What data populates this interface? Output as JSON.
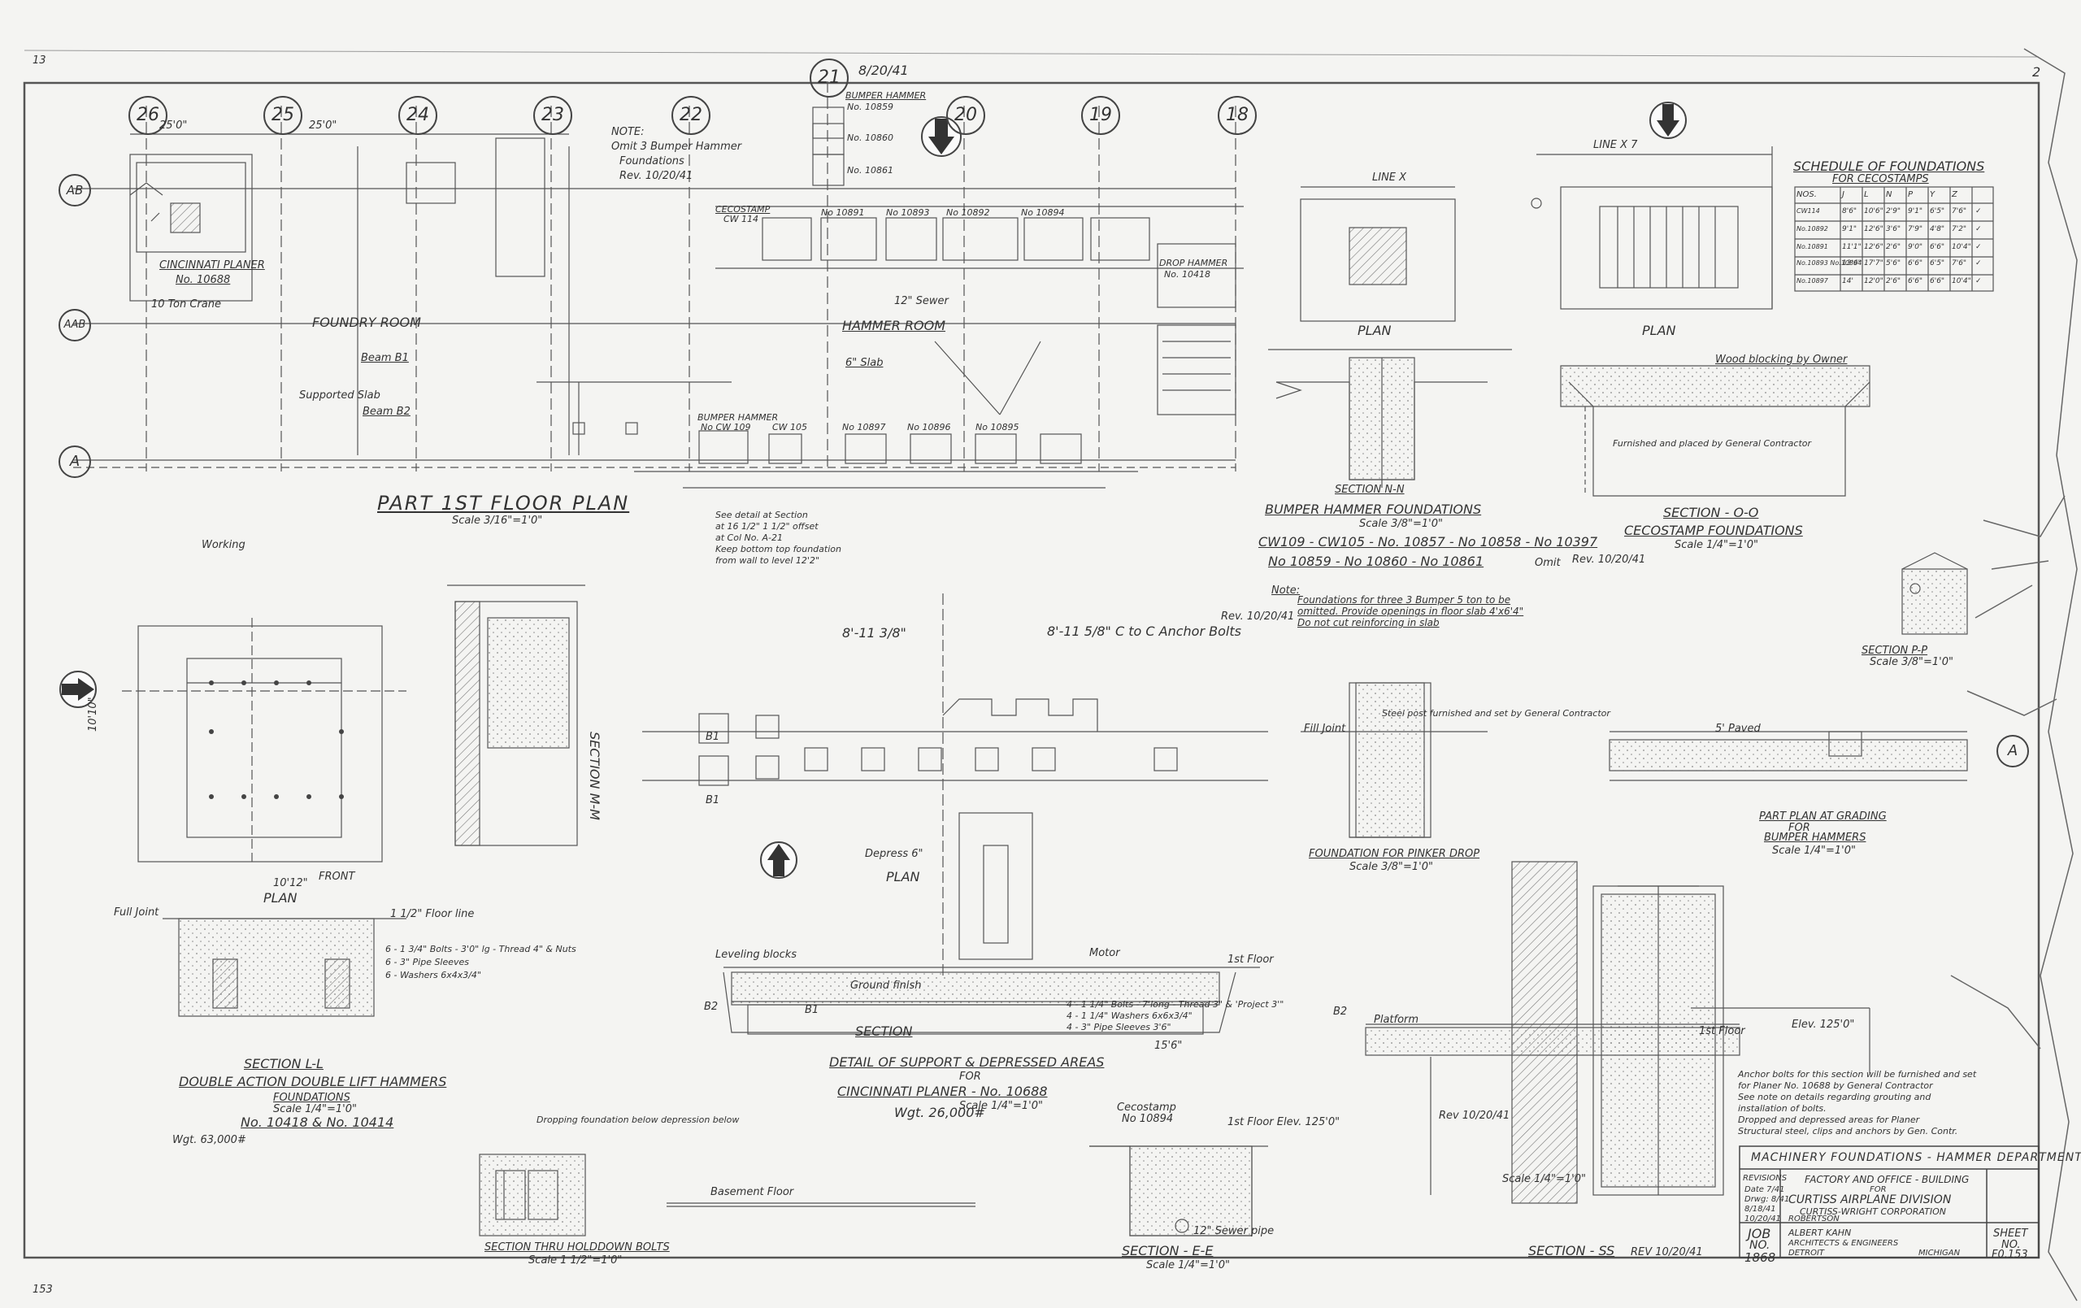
{
  "sheet": {
    "top_corner_mark": "13",
    "bottom_corner_mark": "153",
    "side_mark": "2"
  },
  "column_bubbles": [
    "26",
    "25",
    "24",
    "23",
    "22",
    "21",
    "20",
    "19",
    "18"
  ],
  "row_bubbles": {
    "ab": "AB",
    "aab": "AAB",
    "a": "A",
    "a_right": "A"
  },
  "date_21": "8/20/41",
  "part_floor_plan": {
    "title": "PART 1ST FLOOR PLAN",
    "scale": "Scale 3/16\"=1'0\"",
    "cincinnati_planer": "CINCINNATI PLANER",
    "cincinnati_no": "No. 10688",
    "foundry_room": "FOUNDRY ROOM",
    "beam_b1": "Beam B1",
    "beam_b2": "Beam B2",
    "supported_slab": "Supported Slab",
    "dim_25": "25'0\"",
    "dim_25b": "25'0\"",
    "ten_ton_crane": "10 Ton Crane"
  },
  "hammer_room": {
    "note_label": "NOTE:",
    "note_text_1": "Omit 3 Bumper Hammer",
    "note_text_2": "Foundations",
    "note_rev": "Rev. 10/20/41",
    "hammer_room": "HAMMER ROOM",
    "sewer": "12\" Sewer",
    "slab": "6\" Slab",
    "bumper_hammer_top": "BUMPER HAMMER",
    "bumper_no_top": "No. 10859",
    "bumper_no_mid": "No. 10860",
    "bumper_no_low": "No. 10861",
    "cecostamp": "CECOSTAMP",
    "cecostamp_no": "CW 114",
    "no_10891": "No 10891",
    "no_10893": "No 10893",
    "no_10892": "No 10892",
    "no_10894": "No 10894",
    "drop_hammer": "DROP HAMMER",
    "drop_hammer_no": "No. 10418",
    "bumper_low_1": "BUMPER HAMMER",
    "bumper_low_1_no": "No CW 109",
    "cw105": "CW 105",
    "no_10897": "No 10897",
    "no_10896": "No 10896",
    "bumper_low_2_no": "No 10895",
    "see_detail_1": "See detail at Section",
    "see_detail_2": "at 16 1/2\" 1 1/2\" offset",
    "see_detail_3": "at Col No. A-21",
    "see_detail_4": "Keep bottom top foundation",
    "see_detail_5": "from wall to level 12'2\""
  },
  "bumper_plan": {
    "line_x": "LINE X",
    "plan": "PLAN",
    "section": "SECTION N-N",
    "foundations_title": "BUMPER HAMMER FOUNDATIONS",
    "scale": "Scale 3/8\"=1'0\"",
    "list_1": "CW109 - CW105 - No. 10857 - No 10858 - No 10397",
    "list_2": "No 10859 - No 10860 - No 10861",
    "omit": "Omit",
    "rev": "Rev. 10/20/41",
    "note_label": "Note:",
    "note_1": "Foundations for three 3 Bumper 5 ton to be",
    "note_2": "omitted. Provide openings in floor slab 4'x6'4\"",
    "note_3": "Do not cut reinforcing in slab",
    "rev2": "Rev. 10/20/41"
  },
  "cecostamp_found": {
    "line_x7": "LINE X 7",
    "plan": "PLAN",
    "section": "SECTION - O-O",
    "title": "CECOSTAMP FOUNDATIONS",
    "scale": "Scale 1/4\"=1'0\"",
    "wood_blocking": "Wood blocking by Owner",
    "note_furnished": "Furnished and placed by General Contractor"
  },
  "schedule": {
    "title": "SCHEDULE OF FOUNDATIONS",
    "subtitle": "FOR CECOSTAMPS",
    "headers": [
      "NOS.",
      "J",
      "L",
      "N",
      "P",
      "Y",
      "Z",
      ""
    ],
    "rows": [
      [
        "CW114",
        "8'6\"",
        "10'6\"",
        "2'9\"",
        "9'1\"",
        "6'5\"",
        "7'6\"",
        "✓"
      ],
      [
        "No.10892",
        "9'1\"",
        "12'6\"",
        "3'6\"",
        "7'9\"",
        "4'8\"",
        "7'2\"",
        "✓"
      ],
      [
        "No.10891",
        "11'1\"",
        "12'6\"",
        "2'6\"",
        "9'0\"",
        "6'6\"",
        "10'4\"",
        "✓"
      ],
      [
        "No.10893 No.10894",
        "13'6\"",
        "17'7\"",
        "5'6\"",
        "6'6\"",
        "6'5\"",
        "7'6\"",
        "✓"
      ],
      [
        "No.10897",
        "14'",
        "12'0\"",
        "2'6\"",
        "6'6\"",
        "6'6\"",
        "10'4\"",
        "✓"
      ]
    ]
  },
  "double_action": {
    "working": "Working",
    "plan": "PLAN",
    "front": "FRONT",
    "section_mm": "SECTION M-M",
    "section_ll": "SECTION L-L",
    "title_1": "DOUBLE ACTION DOUBLE LIFT HAMMERS",
    "title_2": "FOUNDATIONS",
    "scale": "Scale 1/4\"=1'0\"",
    "nos": "No. 10418 & No. 10414",
    "wgt": "Wgt. 63,000#",
    "dim_1012": "10'12\"",
    "dim_1010": "10'10\"",
    "bolt_note_1": "6 - 1 3/4\" Bolts - 3'0\" lg - Thread 4\" & Nuts",
    "bolt_note_2": "6 - 3\" Pipe Sleeves",
    "bolt_note_3": "6 - Washers 6x4x3/4\"",
    "floor_line": "1 1/2\" Floor line",
    "fill_joint": "Full Joint"
  },
  "planer_detail": {
    "dim_top": "8'-11 3/8\"",
    "dim_c_to_c": "8'-11 5/8\" C to C Anchor Bolts",
    "plan": "PLAN",
    "section": "SECTION",
    "title_1": "DETAIL OF SUPPORT & DEPRESSED AREAS",
    "title_2": "FOR",
    "title_3": "CINCINNATI PLANER - No. 10688",
    "scale": "Scale 1/4\"=1'0\"",
    "wgt": "Wgt. 26,000#",
    "b1": "B1",
    "b2": "B2",
    "leveling_blocks": "Leveling blocks",
    "ground_finish": "Ground finish",
    "motor": "Motor",
    "bolt_1": "4 - 1 1/4\" Bolts - 7'long - Thread 3\" & 'Project 3'\"",
    "bolt_2": "4 - 1 1/4\" Washers 6x6x3/4\"",
    "bolt_3": "4 - 3\" Pipe Sleeves 3'6\"",
    "floor": "1st Floor",
    "depress": "Depress 6\"",
    "dim_156": "15'6\""
  },
  "pinker_drop": {
    "title": "FOUNDATION FOR PINKER DROP",
    "scale": "Scale 3/8\"=1'0\"",
    "steel_post": "Steel post furnished and set by General Contractor",
    "fill_joint": "Fill Joint"
  },
  "bumper_plan_part": {
    "title": "PART PLAN AT GRADING",
    "sub": "FOR",
    "sub2": "BUMPER HAMMERS",
    "scale": "Scale 1/4\"=1'0\"",
    "paved": "5' Paved",
    "section_pp": "SECTION P-P",
    "scale_pp": "Scale 3/8\"=1'0\""
  },
  "section_ee": {
    "title": "SECTION - E-E",
    "scale": "Scale 1/4\"=1'0\"",
    "sewer": "12\" Sewer pipe",
    "cecostamp": "Cecostamp",
    "cecostamp_no": "No 10894",
    "floor": "1st Floor Elev. 125'0\"",
    "basement": "Basement Floor"
  },
  "section_holdown": {
    "title": "SECTION THRU HOLDDOWN BOLTS",
    "scale": "Scale 1 1/2\"=1'0\"",
    "note": "Dropping foundation below depression below"
  },
  "section_ss": {
    "title": "SECTION - SS",
    "rev": "REV 10/20/41",
    "scale": "Scale 1/4\"=1'0\"",
    "platform": "Platform",
    "floor": "1st Floor",
    "rev_small": "Rev 10/20/41",
    "elev": "Elev. 125'0\""
  },
  "general_notes": {
    "line_1": "Anchor bolts for this section will be furnished and set",
    "line_2": "for Planer No. 10688 by General Contractor",
    "line_3": "See note on details regarding grouting and",
    "line_4": "installation of bolts.",
    "line_5": "Dropped and depressed areas for Planer",
    "line_6": "Structural steel, clips and anchors by Gen. Contr."
  },
  "title_block": {
    "heading": "MACHINERY FOUNDATIONS - HAMMER DEPARTMENT",
    "revisions": "REVISIONS",
    "rev_1": "Date 7/41",
    "rev_2": "Drwg: 8/41",
    "rev_3": "8/18/41",
    "rev_4": "10/20/41",
    "project_1": "FACTORY AND OFFICE - BUILDING",
    "project_2": "FOR",
    "project_3": "CURTISS AIRPLANE DIVISION",
    "project_4": "CURTISS-WRIGHT CORPORATION",
    "project_5": "ROBERTSON",
    "job_label": "JOB",
    "job_no_label": "NO.",
    "job_no": "1868",
    "architect_1": "ALBERT KAHN",
    "architect_2": "ARCHITECTS & ENGINEERS",
    "architect_3": "DETROIT",
    "architect_4": "MICHIGAN",
    "sheet_label": "SHEET",
    "sheet_no_label": "NO.",
    "sheet_no": "F0.153"
  }
}
